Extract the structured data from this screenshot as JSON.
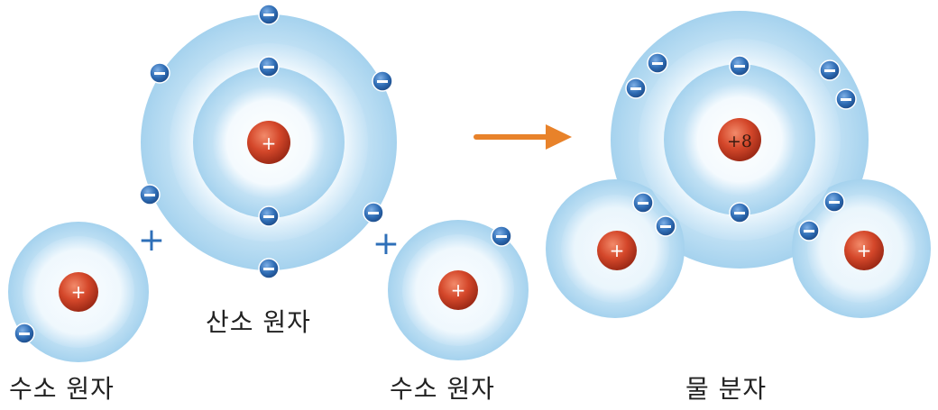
{
  "labels": {
    "hydrogen_left": "수소 원자",
    "oxygen": "산소 원자",
    "hydrogen_right": "수소 원자",
    "water": "물 분자"
  },
  "symbols": {
    "plus_between_left": "+",
    "plus_between_right": "+",
    "nucleus_plus": "+",
    "oxygen_in_water_nucleus": "+8",
    "electron": "−"
  },
  "colors": {
    "shell_fill": "#cfe8f7",
    "shell_edge": "#e9f5fc",
    "nucleus": "#d4472a",
    "electron": "#2f6db5",
    "plus_sign": "#2e6fb8",
    "arrow": "#e8822a",
    "label": "#222222"
  },
  "icons": {
    "electron": "electron-icon",
    "nucleus": "nucleus-icon",
    "reaction_arrow": "arrow-right-icon"
  }
}
